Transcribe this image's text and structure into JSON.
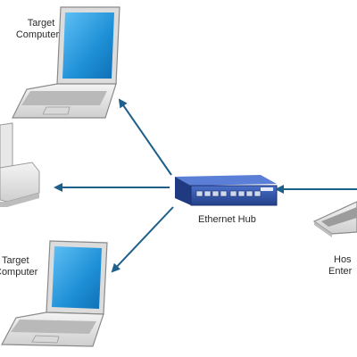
{
  "diagram": {
    "nodes": {
      "top_target": {
        "line1": "Target",
        "line2": "Computer"
      },
      "bottom_target": {
        "line1": "Target",
        "line2": "Computer"
      },
      "hub": {
        "label": "Ethernet Hub"
      },
      "host": {
        "line1": "Hos",
        "line2": "Enter"
      }
    },
    "colors": {
      "arrow": "#1f5f8b",
      "hub_body": "#2e4fa3",
      "screen": "#1e8fd6",
      "laptop_body": "#e6e6e6",
      "laptop_outline": "#8a8a8a"
    }
  }
}
